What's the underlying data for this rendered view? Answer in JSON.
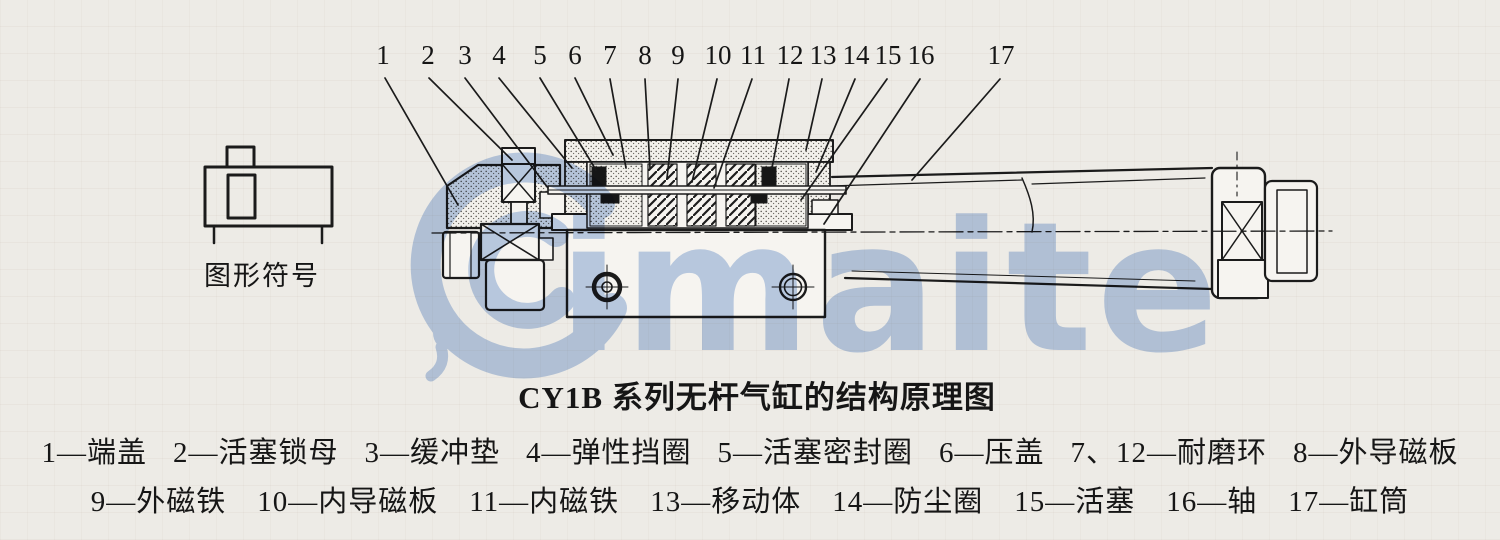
{
  "page": {
    "paper_color": "#edebe6",
    "ink_color": "#1b1b1b"
  },
  "watermark": {
    "text": "imaite",
    "color": "#aec5e6"
  },
  "symbol": {
    "label": "图形符号"
  },
  "title": "CY1B 系列无杆气缸的结构原理图",
  "callouts": [
    "1",
    "2",
    "3",
    "4",
    "5",
    "6",
    "7",
    "8",
    "9",
    "10",
    "11",
    "12",
    "13",
    "14",
    "15",
    "16",
    "17"
  ],
  "legend": {
    "row1": [
      "1—端盖",
      "2—活塞锁母",
      "3—缓冲垫",
      "4—弹性挡圈",
      "5—活塞密封圈",
      "6—压盖",
      "7、12—耐磨环",
      "8—外导磁板"
    ],
    "row2": [
      "9—外磁铁",
      "10—内导磁板",
      "11—内磁铁",
      "13—移动体",
      "14—防尘圈",
      "15—活塞",
      "16—轴",
      "17—缸筒"
    ]
  }
}
